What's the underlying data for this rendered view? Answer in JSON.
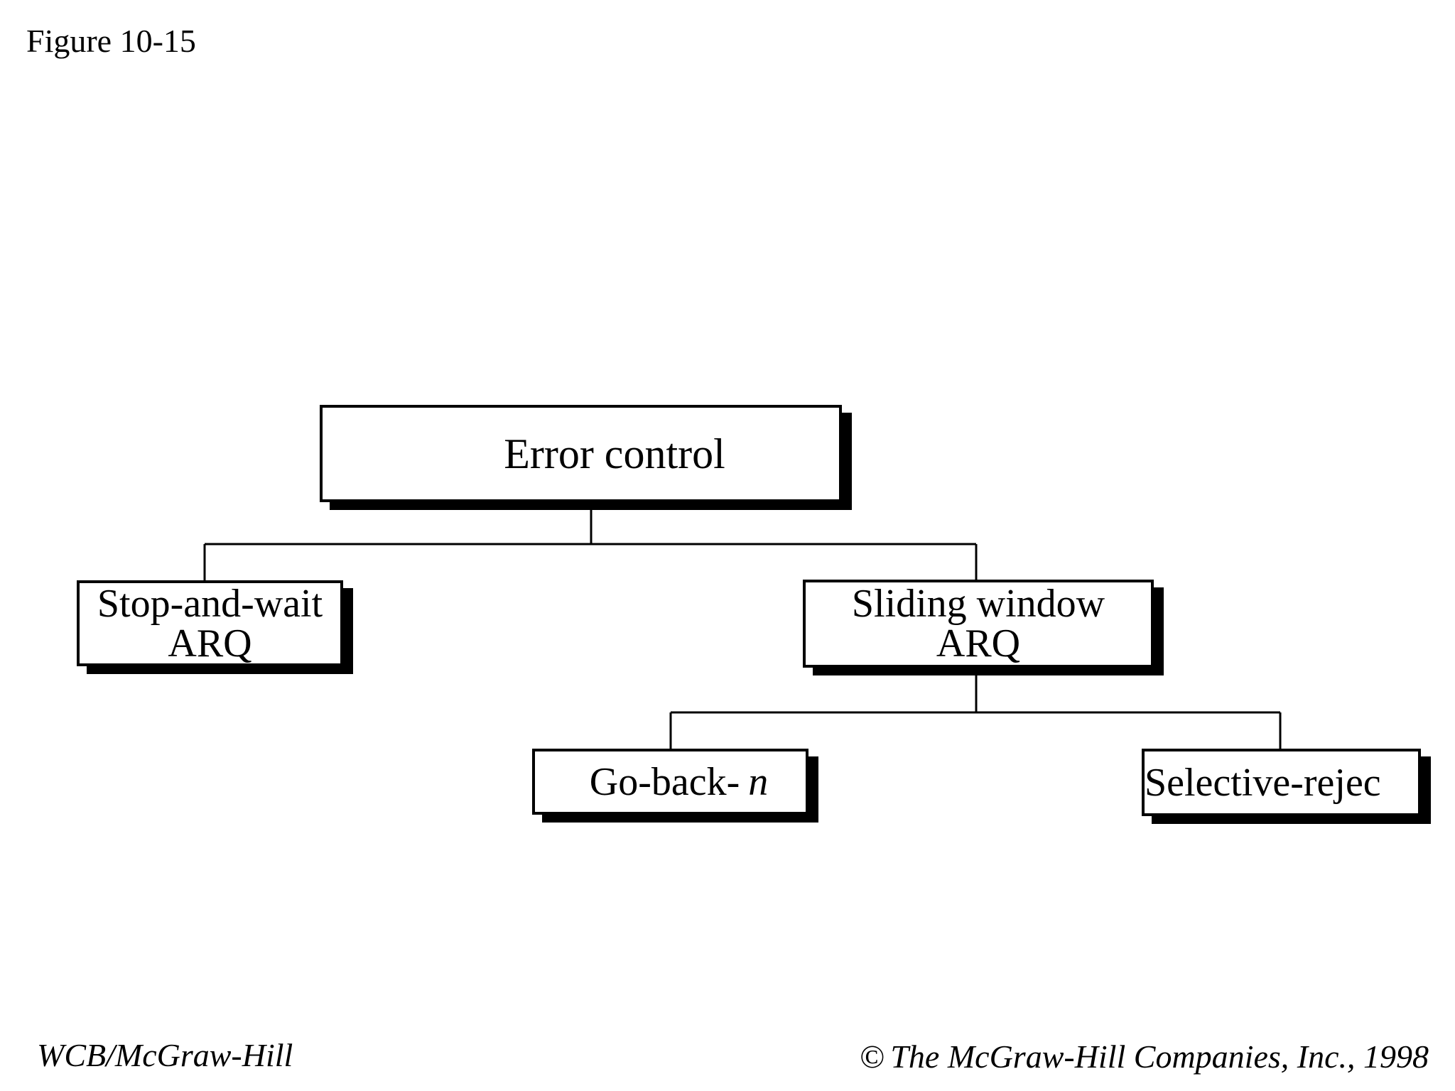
{
  "figure_label": "Figure 10-15",
  "nodes": {
    "root": {
      "line1": "Error control"
    },
    "stop_and_wait": {
      "line1": "Stop-and-wait",
      "line2": "ARQ"
    },
    "sliding_window": {
      "line1": "Sliding window",
      "line2": "ARQ"
    },
    "go_back_n": {
      "prefix": "Go-back-",
      "suffix": "n"
    },
    "selective_reject": {
      "line1": "Selective-rejec"
    }
  },
  "footer": {
    "left": "WCB/McGraw-Hill",
    "copyright_symbol": "©",
    "right": "The McGraw-Hill Companies, Inc., 1998"
  }
}
